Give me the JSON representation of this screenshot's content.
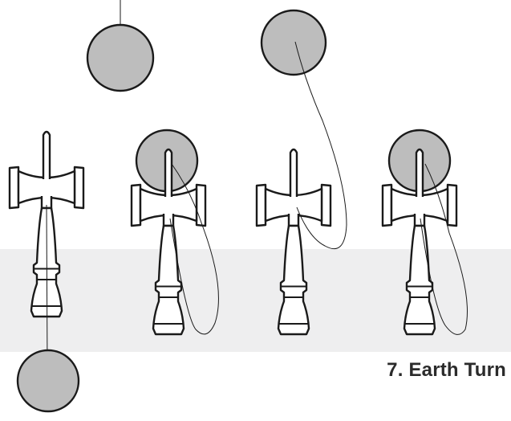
{
  "figure": {
    "caption": "7. Earth Turn",
    "colors": {
      "band": "#eeeeef",
      "ball": "#bdbdbd",
      "outline": "#1a1a1a",
      "body": "#ffffff"
    },
    "steps": [
      {
        "label": "step-1-kendama-ball-below"
      },
      {
        "label": "step-2-ball-on-cup"
      },
      {
        "label": "step-3-ball-flipped-up"
      },
      {
        "label": "step-4-ball-caught"
      }
    ]
  }
}
